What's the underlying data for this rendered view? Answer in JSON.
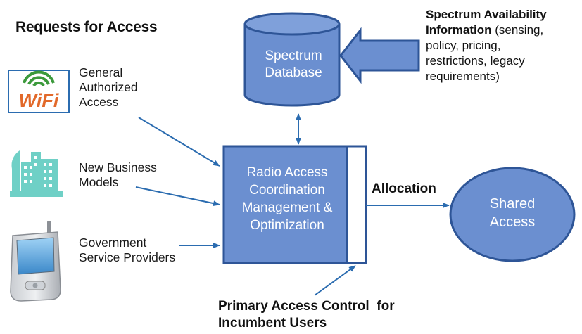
{
  "heading": "Requests for Access",
  "requests": [
    {
      "icon": "wifi-icon",
      "label_lines": [
        "General",
        "Authorized",
        "Access"
      ]
    },
    {
      "icon": "city-buildings-icon",
      "label_lines": [
        "New Business",
        "Models"
      ]
    },
    {
      "icon": "phone-icon",
      "label_lines": [
        "Government",
        "Service Providers"
      ]
    }
  ],
  "wifi_logo_text": "WiFi",
  "spectrum_database": {
    "lines": [
      "Spectrum",
      "Database"
    ]
  },
  "availability": {
    "title_lines": [
      "Spectrum Availability",
      "Information"
    ],
    "detail_first": "(sensing,",
    "detail_lines": [
      "policy, pricing,",
      "restrictions, legacy",
      "requirements)"
    ]
  },
  "radio_access": {
    "lines": [
      "Radio Access",
      "Coordination",
      "Management &",
      "Optimization"
    ]
  },
  "allocation": "Allocation",
  "shared_access": {
    "lines": [
      "Shared",
      "Access"
    ]
  },
  "primary_control": {
    "lines": [
      "Primary Access Control  for",
      "Incumbent Users"
    ]
  },
  "colors": {
    "node_fill": "#6b8fd0",
    "node_stroke": "#2e5597",
    "arrow": "#2b6cb0",
    "wifi_orange": "#e2692a",
    "wifi_blue": "#1f5ca8",
    "wifi_green": "#3c9a3c",
    "city_teal": "#6fd0c6"
  }
}
